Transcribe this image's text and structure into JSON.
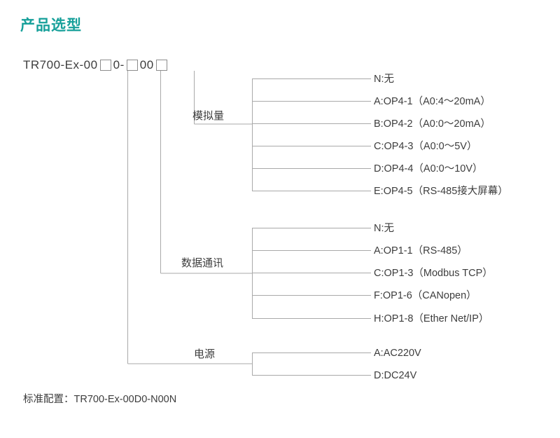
{
  "title": "产品选型",
  "colors": {
    "title_teal": "#17a09a",
    "line_gray": "#a9a9a9",
    "text_dark": "#3d3d3d",
    "box_border": "#8c8c8c"
  },
  "code": {
    "prefix": "TR700-Ex-00",
    "mid1": "0-",
    "mid2": "00",
    "box_count": 3,
    "full_text": "TR700-Ex-00□0-□00□"
  },
  "footer": {
    "text": "标准配置：TR700-Ex-00D0-N00N",
    "label": "标准配置：",
    "value": "TR700-Ex-00D0-N00N"
  },
  "groups": [
    {
      "name": "analog",
      "label": "模拟量",
      "options": [
        {
          "code": "N",
          "text": "N:无"
        },
        {
          "code": "A",
          "text": "A:OP4-1（A0:4～20mA）"
        },
        {
          "code": "B",
          "text": "B:OP4-2（A0:0～20mA）"
        },
        {
          "code": "C",
          "text": "C:OP4-3（A0:0～5V）"
        },
        {
          "code": "D",
          "text": "D:OP4-4（A0:0～10V）"
        },
        {
          "code": "E",
          "text": "E:OP4-5（RS-485接大屏幕）"
        }
      ]
    },
    {
      "name": "data-communication",
      "label": "数据通讯",
      "options": [
        {
          "code": "N",
          "text": "N:无"
        },
        {
          "code": "A",
          "text": "A:OP1-1（RS-485）"
        },
        {
          "code": "C",
          "text": "C:OP1-3（Modbus TCP）"
        },
        {
          "code": "F",
          "text": "F:OP1-6（CANopen）"
        },
        {
          "code": "H",
          "text": "H:OP1-8（Ether Net/IP）"
        }
      ]
    },
    {
      "name": "power-supply",
      "label": "电源",
      "options": [
        {
          "code": "A",
          "text": "A:AC220V"
        },
        {
          "code": "D",
          "text": "D:DC24V"
        }
      ]
    }
  ]
}
